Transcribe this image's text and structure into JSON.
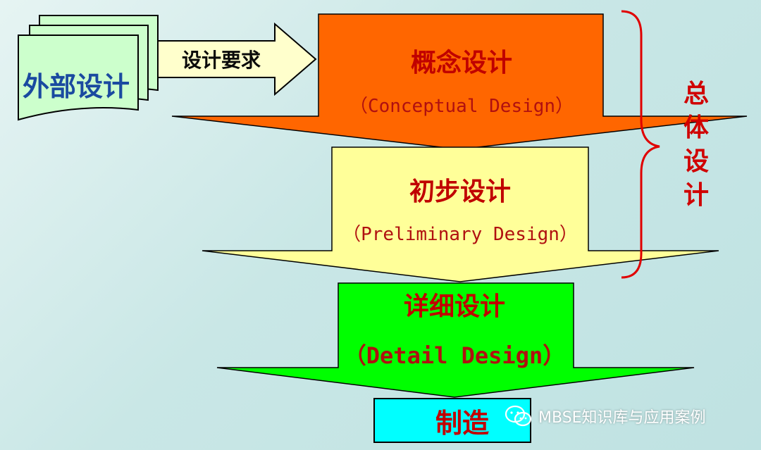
{
  "external": {
    "label": "外部设计"
  },
  "requirement": {
    "label": "设计要求"
  },
  "stages": [
    {
      "title": "概念设计",
      "subtitle": "（Conceptual Design）",
      "color": "#ff6600"
    },
    {
      "title": "初步设计",
      "subtitle": "（Preliminary Design）",
      "color": "#ffff99"
    },
    {
      "title": "详细设计",
      "subtitle": "（Detail Design）",
      "color": "#00ff00"
    }
  ],
  "overall": {
    "label": "总体设计"
  },
  "manufacturing": {
    "label": "制造",
    "color": "#00ffff"
  },
  "watermark": {
    "text": "MBSE知识库与应用案例",
    "icon": "wechat-icon"
  },
  "colors": {
    "external_doc": "#ccffcc",
    "requirement_arrow": "#ffffcc",
    "bracket": "#e00000",
    "title_text": "#c00000",
    "external_text": "#1a4aa0"
  }
}
